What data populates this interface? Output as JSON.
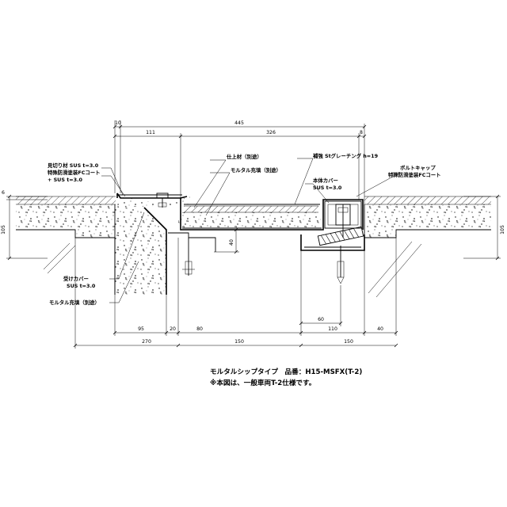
{
  "dimensions": {
    "top_10": "10",
    "top_445": "445",
    "top_111": "111",
    "top_326": "326",
    "top_8": "8",
    "left_6": "6",
    "left_105": "105",
    "right_105": "105",
    "v_40": "40",
    "b_95": "95",
    "b_20": "20",
    "b_80": "80",
    "b_60": "60",
    "b_110": "110",
    "b_40": "40",
    "bb_270": "270",
    "bb_150a": "150",
    "bb_150b": "150"
  },
  "labels": {
    "mikiri_1": "見切り材 SUS t=3.0",
    "mikiri_2": "特殊防滑塗装FCコート",
    "mikiri_3": "+ SUS t=3.0",
    "shiage": "仕上材（別途）",
    "mortar_top": "モルタル充填（別途）",
    "grating": "補強 Stグレーチング h=19",
    "cover_1": "本体カバー",
    "cover_2": "SUS t=3.0",
    "bolt_1": "ボルトキャップ",
    "bolt_2": "特殊防滑塗装FCコート",
    "uke_1": "受けカバー",
    "uke_2": "SUS t=3.0",
    "mortar_bottom": "モルタル充填（別途）"
  },
  "caption": {
    "line1": "モルタルシップタイプ　品番：H15-MSFX(T-2)",
    "line2": "※本図は、一般車両T-2仕様です。"
  }
}
